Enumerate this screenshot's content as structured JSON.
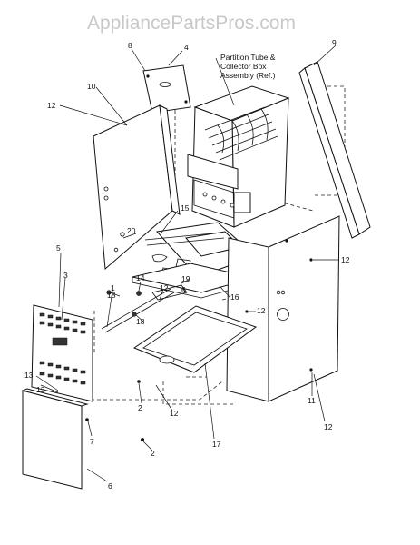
{
  "watermark": "AppliancePartsPros.com",
  "callouts": {
    "c9": "9",
    "c8": "8",
    "c4": "4",
    "c10": "10",
    "c12_left": "12",
    "c20": "20",
    "c15": "15",
    "c5": "5",
    "c3": "3",
    "c14": "14",
    "c19": "19",
    "c1": "1",
    "c12_center": "12",
    "c18_a": "18",
    "c16": "16",
    "c18_b": "18",
    "c6_small": "6",
    "c12_right_top": "12",
    "c12_mid": "12",
    "c13_a": "13",
    "c13_b": "13",
    "c2_a": "2",
    "c12_bottom": "12",
    "c11": "11",
    "c7": "7",
    "c2_b": "2",
    "c17": "17",
    "c12_right_bottom": "12",
    "c6": "6"
  },
  "partition_note": [
    "Partition Tube &",
    "Collector Box",
    "Assembly (Ref.)"
  ]
}
